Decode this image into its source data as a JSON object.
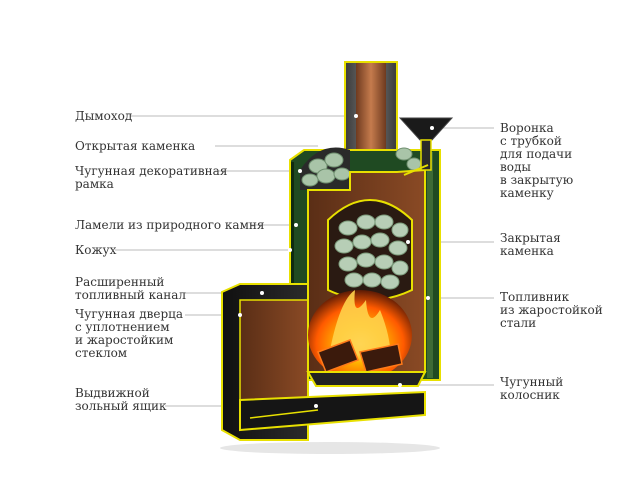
{
  "colors": {
    "outline_yellow": "#e8e000",
    "leader_line": "#bbbbbb",
    "label_text": "#333333",
    "copper_chimney": "#a8613a",
    "body_dark": "#1d1d1d",
    "panel_green": "#1f4a22",
    "fire_orange": "#ff8a00",
    "stone_green": "#a9c4a8"
  },
  "labels_left": [
    {
      "id": "chimney",
      "text": "Дымоход"
    },
    {
      "id": "open-heater",
      "text": "Открытая каменка"
    },
    {
      "id": "cast-iron-frame",
      "text": "Чугунная декоративная\nрамка"
    },
    {
      "id": "stone-lamellas",
      "text": "Ламели из природного камня"
    },
    {
      "id": "casing",
      "text": "Кожух"
    },
    {
      "id": "fuel-channel",
      "text": "Расширенный\nтопливный канал"
    },
    {
      "id": "cast-iron-door",
      "text": "Чугунная дверца\nс уплотнением\nи жаростойким\nстеклом"
    },
    {
      "id": "ash-drawer",
      "text": "Выдвижной\nзольный ящик"
    }
  ],
  "labels_right": [
    {
      "id": "funnel",
      "text": "Воронка\nс трубкой\nдля подачи\nводы\nв закрытую\nкаменку"
    },
    {
      "id": "closed-heater",
      "text": "Закрытая\nкаменка"
    },
    {
      "id": "firebox",
      "text": "Топливник\nиз жаростойкой\nстали"
    },
    {
      "id": "grate",
      "text": "Чугунный\nколосник"
    }
  ]
}
